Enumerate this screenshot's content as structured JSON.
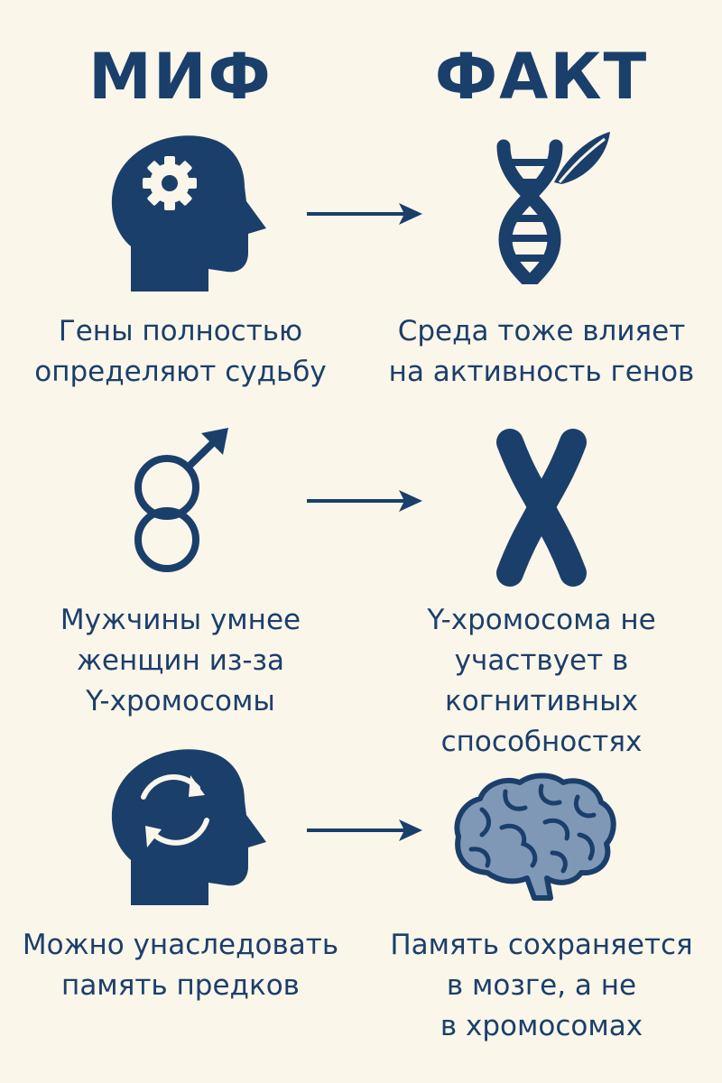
{
  "headers": {
    "myth": "МИФ",
    "fact": "ФАКТ"
  },
  "colors": {
    "background": "#fbf6ea",
    "primary": "#1b3f6b",
    "brain_fill": "#7f98b5"
  },
  "rows": [
    {
      "myth_icon": "head-gear-icon",
      "fact_icon": "dna-leaf-icon",
      "myth_lines": [
        "Гены полностью",
        "определяют судьбу"
      ],
      "fact_lines": [
        "Среда тоже влияет",
        "на активность генов"
      ]
    },
    {
      "myth_icon": "male-symbol-rings-icon",
      "fact_icon": "chromosome-icon",
      "myth_lines": [
        "Мужчины умнее",
        "женщин из-за",
        "Y-хромосомы"
      ],
      "fact_lines": [
        "Y-хромосома не",
        "участвует в",
        "когнитивных",
        "способностях"
      ]
    },
    {
      "myth_icon": "head-cycle-icon",
      "fact_icon": "brain-icon",
      "myth_lines": [
        "Можно унаследовать",
        "память предков"
      ],
      "fact_lines": [
        "Память сохраняется",
        "в мозге, а не",
        "в хромосомах"
      ]
    }
  ]
}
